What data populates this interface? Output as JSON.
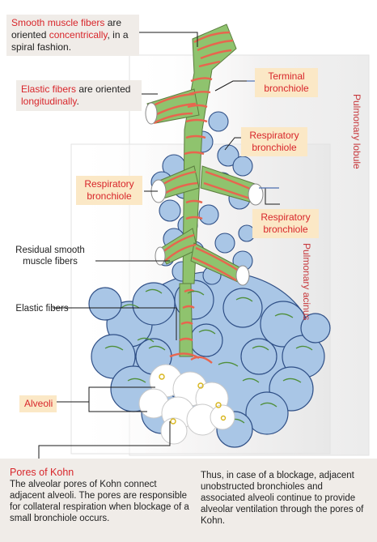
{
  "callouts": {
    "smooth_muscle": {
      "title": "Smooth muscle fibers",
      "are": " are",
      "oriented": "oriented ",
      "keyword": "concentrically",
      "rest": ", in a spiral fashion."
    },
    "elastic": {
      "title": "Elastic fibers",
      "are": " are",
      "oriented": "oriented ",
      "keyword": "longitudinally",
      "rest": "."
    }
  },
  "labels": {
    "terminal_bronchiole": "Terminal bronchiole",
    "respiratory_bronchiole_top": "Respiratory bronchiole",
    "respiratory_bronchiole_left": "Respiratory bronchiole",
    "respiratory_bronchiole_right": "Respiratory bronchiole",
    "residual_smooth_muscle": "Residual smooth muscle fibers",
    "elastic_fibers": "Elastic fibers",
    "alveoli": "Alveoli",
    "pulmonary_lobule": "Pulmonary lobule",
    "pulmonary_acinus": "Pulmonary acinus"
  },
  "footer": {
    "pores_title": "Pores of Kohn",
    "pores_text": "The alveolar pores of Kohn connect adjacent alveoli. The pores are responsible for collateral respiration when blockage of a small bronchiole occurs.",
    "blockage_text": "Thus, in case of a blockage, adjacent unobstructed bronchioles and associated alveoli continue to provide alveolar ventilation through the pores of Kohn."
  },
  "colors": {
    "accent_red": "#d8262b",
    "label_bg": "#fbe8c6",
    "callout_bg": "#f0ece8",
    "muscle": "#e8654e",
    "elastic": "#8fc36e",
    "alveolus": "#a9c6e6",
    "alveolus_edge": "#2f4f86"
  }
}
